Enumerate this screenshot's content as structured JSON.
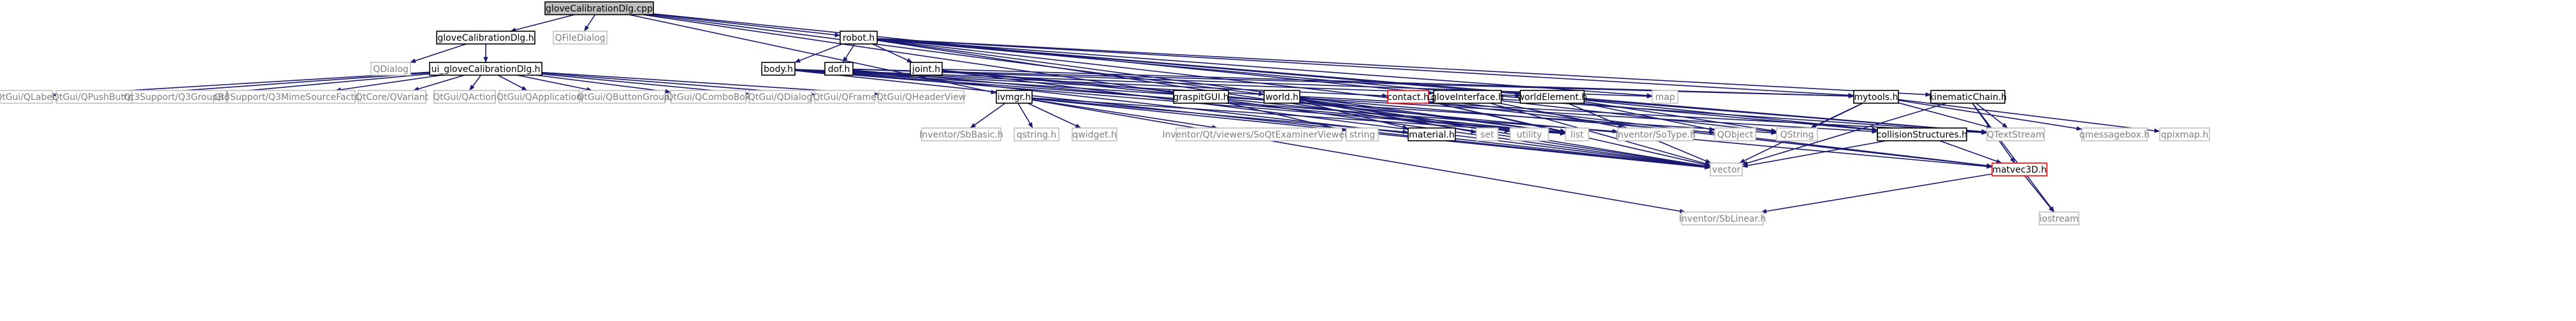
{
  "colors": {
    "edge": "#191970",
    "root_fill": "#bfbfbf",
    "documented_border": "#000000",
    "external_border": "#bfbfbf",
    "external_text": "#7f7f7f",
    "undocumented_border": "#ff0000",
    "text": "#000000"
  },
  "nodes": [
    {
      "id": "root",
      "label": "gloveCalibrationDlg.cpp",
      "kind": "root"
    },
    {
      "id": "gloveCalibrationDlg_h",
      "label": "gloveCalibrationDlg.h",
      "kind": "documented"
    },
    {
      "id": "QFileDialog",
      "label": "QFileDialog",
      "kind": "external"
    },
    {
      "id": "robot_h",
      "label": "robot.h",
      "kind": "documented"
    },
    {
      "id": "QDialog",
      "label": "QDialog",
      "kind": "external"
    },
    {
      "id": "ui_gcd_h",
      "label": "ui_gloveCalibrationDlg.h",
      "kind": "documented"
    },
    {
      "id": "body_h",
      "label": "body.h",
      "kind": "documented"
    },
    {
      "id": "dof_h",
      "label": "dof.h",
      "kind": "documented"
    },
    {
      "id": "joint_h",
      "label": "joint.h",
      "kind": "documented"
    },
    {
      "id": "QLabel",
      "label": "QtGui/QLabel",
      "kind": "external"
    },
    {
      "id": "QPushButton",
      "label": "QtGui/QPushButton",
      "kind": "external"
    },
    {
      "id": "Q3GroupBox",
      "label": "Qt3Support/Q3GroupBox",
      "kind": "external"
    },
    {
      "id": "Q3Mime",
      "label": "Qt3Support/Q3MimeSourceFactory",
      "kind": "external"
    },
    {
      "id": "QVariant",
      "label": "QtCore/QVariant",
      "kind": "external"
    },
    {
      "id": "QAction",
      "label": "QtGui/QAction",
      "kind": "external"
    },
    {
      "id": "QApplication",
      "label": "QtGui/QApplication",
      "kind": "external"
    },
    {
      "id": "QButtonGroup",
      "label": "QtGui/QButtonGroup",
      "kind": "external"
    },
    {
      "id": "QComboBox",
      "label": "QtGui/QComboBox",
      "kind": "external"
    },
    {
      "id": "QtDialog",
      "label": "QtGui/QDialog",
      "kind": "external"
    },
    {
      "id": "QFrame",
      "label": "QtGui/QFrame",
      "kind": "external"
    },
    {
      "id": "QHeaderView",
      "label": "QtGui/QHeaderView",
      "kind": "external"
    },
    {
      "id": "ivmgr_h",
      "label": "ivmgr.h",
      "kind": "documented"
    },
    {
      "id": "graspitGUI_h",
      "label": "graspitGUI.h",
      "kind": "documented"
    },
    {
      "id": "world_h",
      "label": "world.h",
      "kind": "documented"
    },
    {
      "id": "contact_h",
      "label": "contact.h",
      "kind": "undocumented"
    },
    {
      "id": "gloveInterface_h",
      "label": "gloveInterface.h",
      "kind": "documented"
    },
    {
      "id": "worldElement_h",
      "label": "worldElement.h",
      "kind": "documented"
    },
    {
      "id": "map",
      "label": "map",
      "kind": "external"
    },
    {
      "id": "mytools_h",
      "label": "mytools.h",
      "kind": "documented"
    },
    {
      "id": "kinematicChain_h",
      "label": "kinematicChain.h",
      "kind": "documented"
    },
    {
      "id": "SbBasic",
      "label": "Inventor/SbBasic.h",
      "kind": "external"
    },
    {
      "id": "qstring_h",
      "label": "qstring.h",
      "kind": "external"
    },
    {
      "id": "qwidget_h",
      "label": "qwidget.h",
      "kind": "external"
    },
    {
      "id": "SoQtExam",
      "label": "Inventor/Qt/viewers/SoQtExaminerViewer.h",
      "kind": "external"
    },
    {
      "id": "string",
      "label": "string",
      "kind": "external"
    },
    {
      "id": "material_h",
      "label": "material.h",
      "kind": "documented"
    },
    {
      "id": "set",
      "label": "set",
      "kind": "external"
    },
    {
      "id": "utility",
      "label": "utility",
      "kind": "external"
    },
    {
      "id": "list",
      "label": "list",
      "kind": "external"
    },
    {
      "id": "SoType",
      "label": "Inventor/SoType.h",
      "kind": "external"
    },
    {
      "id": "QObject",
      "label": "QObject",
      "kind": "external"
    },
    {
      "id": "QString",
      "label": "QString",
      "kind": "external"
    },
    {
      "id": "collisionStructures_h",
      "label": "collisionStructures.h",
      "kind": "documented"
    },
    {
      "id": "QTextStream",
      "label": "QTextStream",
      "kind": "external"
    },
    {
      "id": "qmessagebox_h",
      "label": "qmessagebox.h",
      "kind": "external"
    },
    {
      "id": "qpixmap_h",
      "label": "qpixmap.h",
      "kind": "external"
    },
    {
      "id": "vector",
      "label": "vector",
      "kind": "external"
    },
    {
      "id": "matvec3D_h",
      "label": "matvec3D.h",
      "kind": "undocumented"
    },
    {
      "id": "SbLinear",
      "label": "Inventor/SbLinear.h",
      "kind": "external"
    },
    {
      "id": "iostream",
      "label": "iostream",
      "kind": "external"
    }
  ],
  "edges": [
    [
      "root",
      "gloveCalibrationDlg_h"
    ],
    [
      "root",
      "QFileDialog"
    ],
    [
      "root",
      "robot_h"
    ],
    [
      "root",
      "ivmgr_h"
    ],
    [
      "root",
      "graspitGUI_h"
    ],
    [
      "root",
      "world_h"
    ],
    [
      "root",
      "gloveInterface_h"
    ],
    [
      "gloveCalibrationDlg_h",
      "QDialog"
    ],
    [
      "gloveCalibrationDlg_h",
      "ui_gcd_h"
    ],
    [
      "ui_gcd_h",
      "QLabel"
    ],
    [
      "ui_gcd_h",
      "QPushButton"
    ],
    [
      "ui_gcd_h",
      "Q3GroupBox"
    ],
    [
      "ui_gcd_h",
      "Q3Mime"
    ],
    [
      "ui_gcd_h",
      "QVariant"
    ],
    [
      "ui_gcd_h",
      "QAction"
    ],
    [
      "ui_gcd_h",
      "QApplication"
    ],
    [
      "ui_gcd_h",
      "QButtonGroup"
    ],
    [
      "ui_gcd_h",
      "QComboBox"
    ],
    [
      "ui_gcd_h",
      "QtDialog"
    ],
    [
      "ui_gcd_h",
      "QFrame"
    ],
    [
      "ui_gcd_h",
      "QHeaderView"
    ],
    [
      "robot_h",
      "body_h"
    ],
    [
      "robot_h",
      "dof_h"
    ],
    [
      "robot_h",
      "joint_h"
    ],
    [
      "robot_h",
      "kinematicChain_h"
    ],
    [
      "robot_h",
      "map"
    ],
    [
      "robot_h",
      "mytools_h"
    ],
    [
      "robot_h",
      "worldElement_h"
    ],
    [
      "robot_h",
      "list"
    ],
    [
      "robot_h",
      "vector"
    ],
    [
      "robot_h",
      "QTextStream"
    ],
    [
      "robot_h",
      "collisionStructures_h"
    ],
    [
      "robot_h",
      "matvec3D_h"
    ],
    [
      "body_h",
      "contact_h"
    ],
    [
      "body_h",
      "worldElement_h"
    ],
    [
      "body_h",
      "list"
    ],
    [
      "body_h",
      "vector"
    ],
    [
      "body_h",
      "QString"
    ],
    [
      "body_h",
      "QTextStream"
    ],
    [
      "body_h",
      "SoType"
    ],
    [
      "dof_h",
      "list"
    ],
    [
      "dof_h",
      "map"
    ],
    [
      "dof_h",
      "vector"
    ],
    [
      "dof_h",
      "mytools_h"
    ],
    [
      "joint_h",
      "list"
    ],
    [
      "joint_h",
      "mytools_h"
    ],
    [
      "joint_h",
      "vector"
    ],
    [
      "joint_h",
      "matvec3D_h"
    ],
    [
      "ivmgr_h",
      "SbBasic"
    ],
    [
      "ivmgr_h",
      "qstring_h"
    ],
    [
      "ivmgr_h",
      "qwidget_h"
    ],
    [
      "ivmgr_h",
      "SoQtExam"
    ],
    [
      "ivmgr_h",
      "list"
    ],
    [
      "ivmgr_h",
      "vector"
    ],
    [
      "ivmgr_h",
      "SbLinear"
    ],
    [
      "ivmgr_h",
      "material_h"
    ],
    [
      "graspitGUI_h",
      "string"
    ],
    [
      "graspitGUI_h",
      "vector"
    ],
    [
      "world_h",
      "material_h"
    ],
    [
      "world_h",
      "set"
    ],
    [
      "world_h",
      "utility"
    ],
    [
      "world_h",
      "list"
    ],
    [
      "world_h",
      "vector"
    ],
    [
      "world_h",
      "QObject"
    ],
    [
      "world_h",
      "collisionStructures_h"
    ],
    [
      "contact_h",
      "list"
    ],
    [
      "contact_h",
      "vector"
    ],
    [
      "contact_h",
      "matvec3D_h"
    ],
    [
      "gloveInterface_h",
      "vector"
    ],
    [
      "gloveInterface_h",
      "QString"
    ],
    [
      "gloveInterface_h",
      "QTextStream"
    ],
    [
      "gloveInterface_h",
      "SoType"
    ],
    [
      "worldElement_h",
      "QObject"
    ],
    [
      "worldElement_h",
      "QString"
    ],
    [
      "worldElement_h",
      "QTextStream"
    ],
    [
      "worldElement_h",
      "vector"
    ],
    [
      "worldElement_h",
      "collisionStructures_h"
    ],
    [
      "mytools_h",
      "QString"
    ],
    [
      "mytools_h",
      "QTextStream"
    ],
    [
      "mytools_h",
      "qmessagebox_h"
    ],
    [
      "mytools_h",
      "qpixmap_h"
    ],
    [
      "mytools_h",
      "vector"
    ],
    [
      "kinematicChain_h",
      "QTextStream"
    ],
    [
      "kinematicChain_h",
      "vector"
    ],
    [
      "kinematicChain_h",
      "matvec3D_h"
    ],
    [
      "kinematicChain_h",
      "iostream"
    ],
    [
      "collisionStructures_h",
      "vector"
    ],
    [
      "collisionStructures_h",
      "matvec3D_h"
    ],
    [
      "matvec3D_h",
      "SbLinear"
    ],
    [
      "matvec3D_h",
      "iostream"
    ]
  ]
}
